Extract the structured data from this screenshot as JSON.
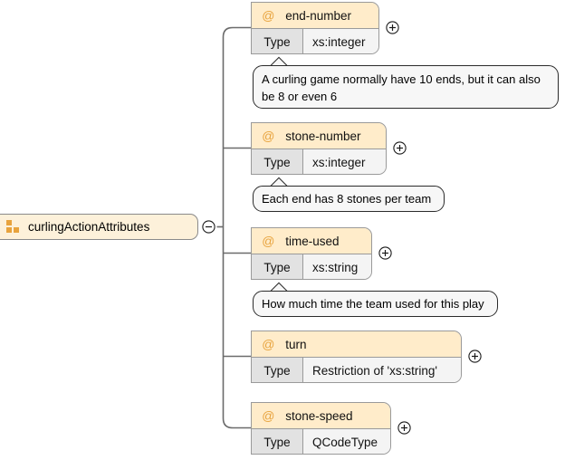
{
  "diagram": {
    "title": "curlingActionAttributes",
    "root": {
      "label": "curlingActionAttributes",
      "icon": "attribute-group-icon",
      "toggle": "collapse-minus-icon",
      "toggle_symbol": "−"
    },
    "type_key_label": "Type",
    "at_symbol": "@",
    "expand_symbol": "+",
    "colors": {
      "attribute_header": "#ffecca",
      "attribute_body": "#f4f4f4",
      "type_key_cell": "#e2e2e2",
      "root_node": "#fdf1da",
      "at_sign": "#e8a33d",
      "icon_orange": "#e8a33d",
      "border": "#9a9a9a",
      "callout_background": "#f7f7f7",
      "callout_border": "#2b2b2b",
      "connector": "#6b6b6b"
    },
    "attributes": [
      {
        "name": "end-number",
        "type_label": "Type",
        "type_value": "xs:integer",
        "toggle": "expand-plus-icon",
        "annotation": "A curling game normally have 10 ends, but it can also be 8 or even 6"
      },
      {
        "name": "stone-number",
        "type_label": "Type",
        "type_value": "xs:integer",
        "toggle": "expand-plus-icon",
        "annotation": "Each end has 8 stones per team"
      },
      {
        "name": "time-used",
        "type_label": "Type",
        "type_value": "xs:string",
        "toggle": "expand-plus-icon",
        "annotation": "How much time the team used for this play"
      },
      {
        "name": "turn",
        "type_label": "Type",
        "type_value": "Restriction of 'xs:string'",
        "toggle": "expand-plus-icon",
        "annotation": null
      },
      {
        "name": "stone-speed",
        "type_label": "Type",
        "type_value": "QCodeType",
        "toggle": "expand-plus-icon",
        "annotation": null
      }
    ]
  }
}
